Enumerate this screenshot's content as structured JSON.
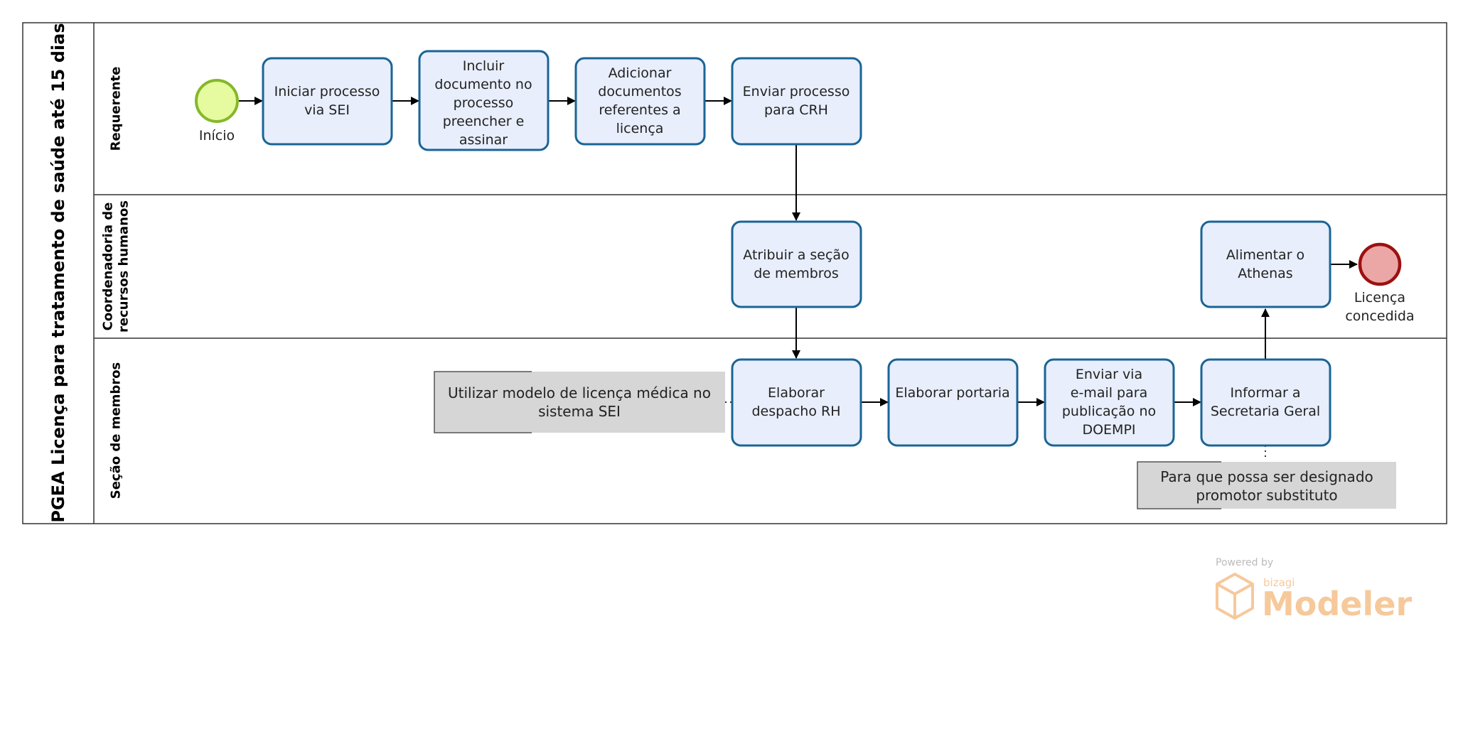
{
  "pool": {
    "title": "PGEA Licença para tratamento de saúde até 15 dias"
  },
  "lanes": {
    "requerente": "Requerente",
    "crh_line1": "Coordenadoria de",
    "crh_line2": "recursos humanos",
    "membros": "Seção de membros"
  },
  "events": {
    "start": "Início",
    "end_line1": "Licença",
    "end_line2": "concedida"
  },
  "tasks": {
    "t1": [
      "Iniciar processo",
      "via SEI"
    ],
    "t2": [
      "Incluir",
      "documento no",
      "processo",
      "preencher e",
      "assinar"
    ],
    "t3": [
      "Adicionar",
      "documentos",
      "referentes a",
      "licença"
    ],
    "t4": [
      "Enviar processo",
      "para CRH"
    ],
    "t5": [
      "Atribuir a seção",
      "de membros"
    ],
    "t6": [
      "Alimentar o",
      "Athenas"
    ],
    "t7": [
      "Elaborar",
      "despacho RH"
    ],
    "t8": [
      "Elaborar portaria"
    ],
    "t9": [
      "Enviar via",
      "e-mail para",
      "publicação no",
      "DOEMPI"
    ],
    "t10": [
      "Informar a",
      "Secretaria Geral"
    ]
  },
  "annotations": {
    "a1": [
      "Utilizar modelo de licença médica no",
      "sistema SEI"
    ],
    "a2": [
      "Para que possa ser designado",
      "promotor substituto"
    ]
  },
  "branding": {
    "powered_by": "Powered by",
    "brand": "bizagi",
    "product": "Modeler"
  },
  "colors": {
    "task_fill": "#e8eefc",
    "task_stroke": "#1a6496",
    "start_fill": "#e6fb9f",
    "start_stroke": "#84b82a",
    "end_fill": "#eba6a6",
    "end_stroke": "#9e1010",
    "annotation_fill": "#d6d6d6",
    "branding": "#f6c99b"
  }
}
